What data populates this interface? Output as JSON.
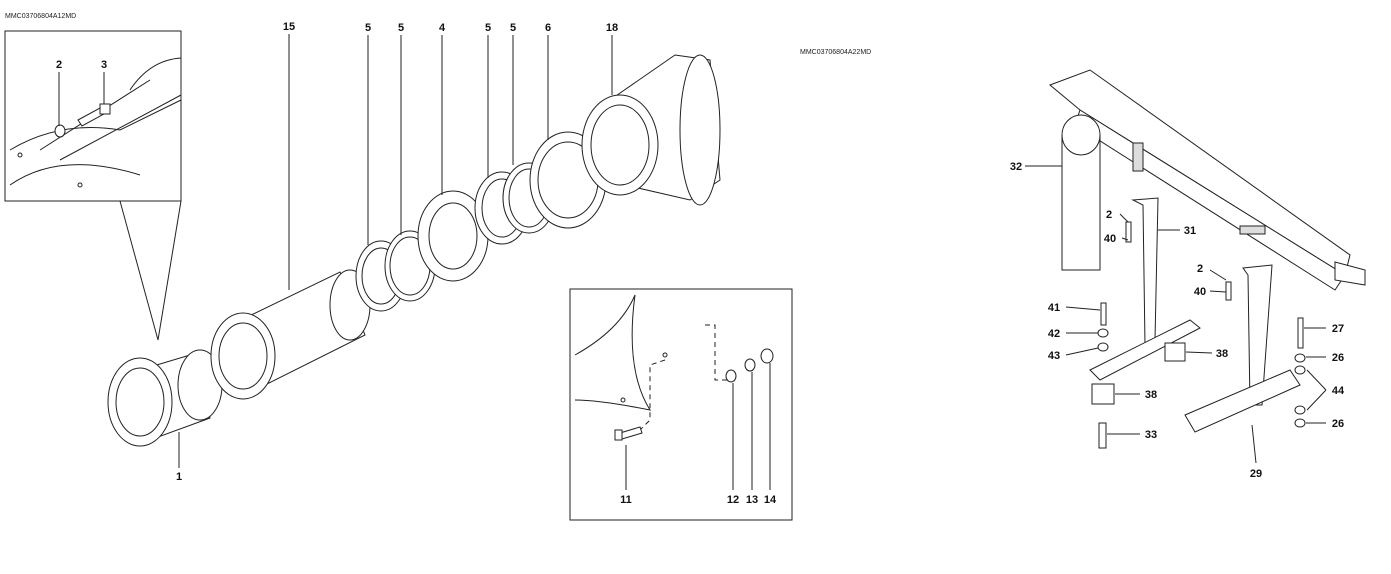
{
  "figures": {
    "left_code": "MMC03706804A12MD",
    "right_code": "MMC03706804A22MD"
  },
  "left_callouts": [
    "2",
    "3",
    "15",
    "5",
    "5",
    "4",
    "5",
    "5",
    "6",
    "18",
    "1"
  ],
  "inset_callouts": [
    "11",
    "12",
    "13",
    "14"
  ],
  "right_callouts": [
    "32",
    "2",
    "40",
    "31",
    "2",
    "40",
    "41",
    "42",
    "43",
    "38",
    "38",
    "33",
    "27",
    "26",
    "44",
    "26",
    "29"
  ]
}
